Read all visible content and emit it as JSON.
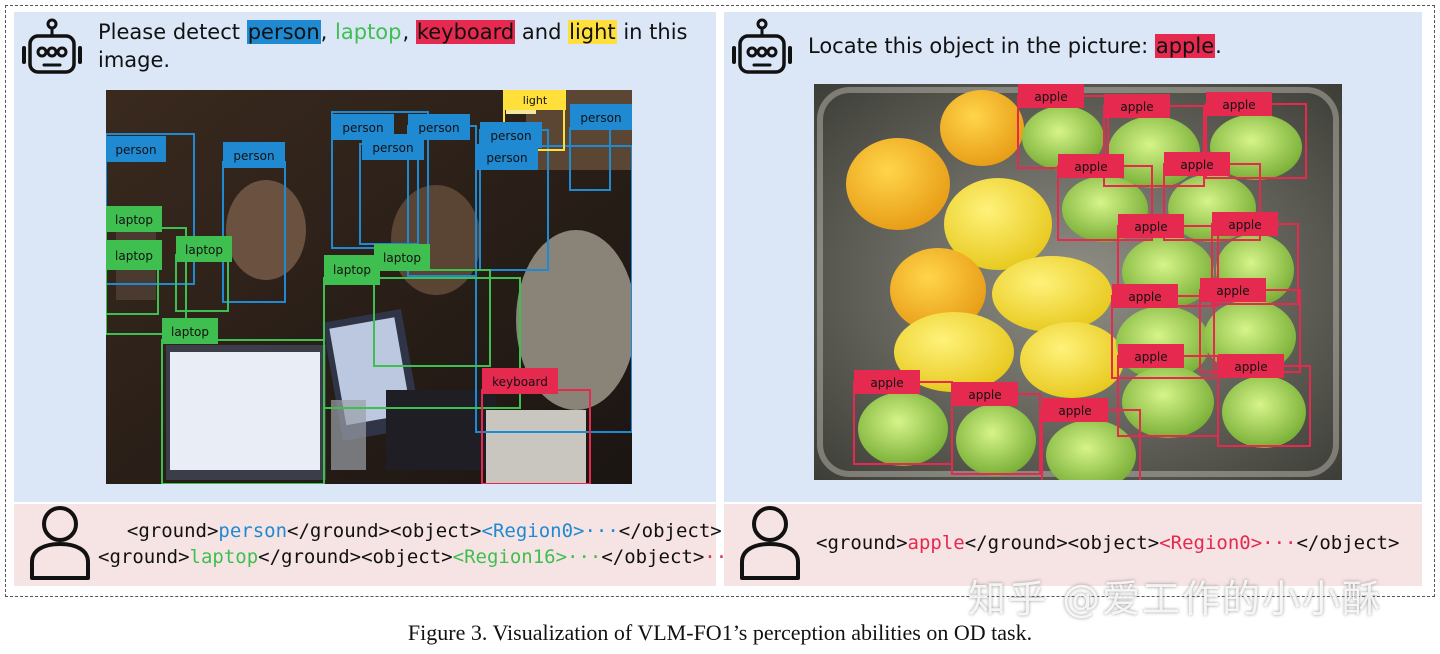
{
  "figure": {
    "caption": "Figure 3. Visualization of VLM-FO1’s perception abilities on OD task.",
    "watermark": "知乎 @爱工作的小小酥"
  },
  "colors": {
    "person": "#1f8ad2",
    "laptop": "#3fbf4f",
    "keyboard": "#e5294f",
    "light": "#ffe03b",
    "apple": "#e5294f",
    "prompt_bg": "#dbe6f7",
    "reply_bg": "#f6e3e3"
  },
  "left_panel": {
    "prompt": {
      "prefix": "Please detect ",
      "person": "person",
      "sep1": ", ",
      "laptop": "laptop",
      "sep2": ", ",
      "keyboard": "keyboard",
      "and": " and ",
      "light": "light",
      "suffix": " in this image."
    },
    "reply": {
      "line1": {
        "open": "<ground>",
        "cls": "person",
        "mid": "</ground><object>",
        "region": "<Region0>···",
        "close": "</object>"
      },
      "line2": {
        "open": "<ground>",
        "cls": "laptop",
        "mid": "</ground><object>",
        "region": "<Region16>···",
        "close": "</object>",
        "tail": "···"
      }
    },
    "detections": [
      {
        "label": "light"
      },
      {
        "label": "person"
      },
      {
        "label": "person"
      },
      {
        "label": "person"
      },
      {
        "label": "person"
      },
      {
        "label": "person"
      },
      {
        "label": "person"
      },
      {
        "label": "person"
      },
      {
        "label": "person"
      },
      {
        "label": "laptop"
      },
      {
        "label": "laptop"
      },
      {
        "label": "laptop"
      },
      {
        "label": "laptop"
      },
      {
        "label": "laptop"
      },
      {
        "label": "laptop"
      },
      {
        "label": "keyboard"
      }
    ]
  },
  "right_panel": {
    "prompt": {
      "prefix": "Locate this object in the picture: ",
      "apple": "apple",
      "suffix": "."
    },
    "reply": {
      "open": "<ground>",
      "cls": "apple",
      "mid": "</ground><object>",
      "region": "<Region0>···",
      "close": "</object>"
    },
    "detection_label": "apple"
  }
}
